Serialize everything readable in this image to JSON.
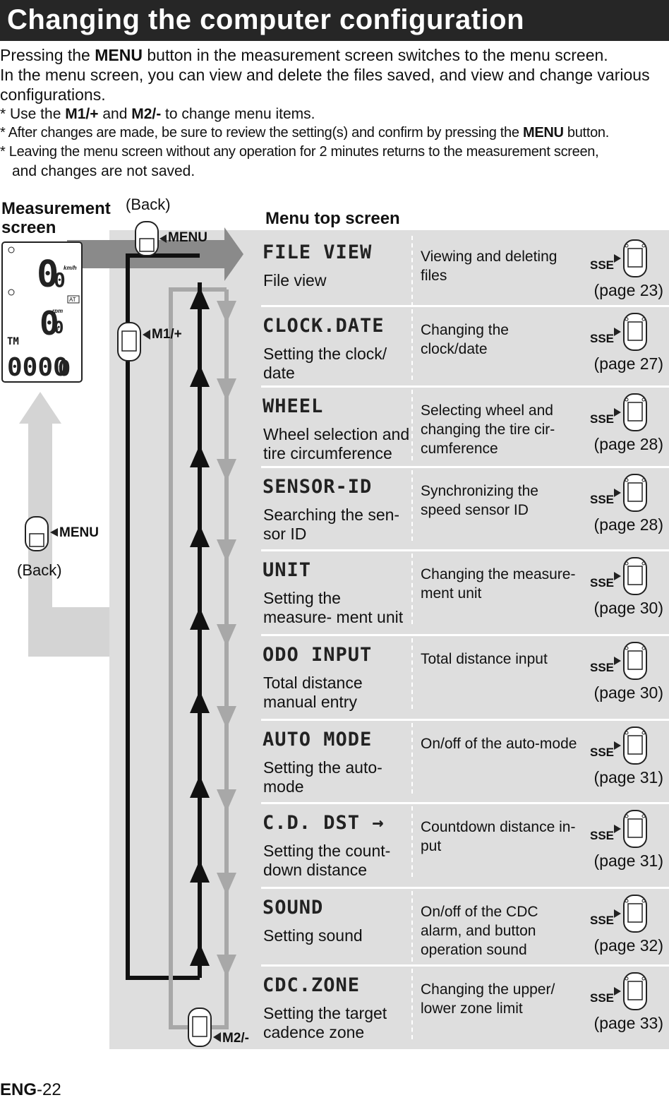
{
  "header": {
    "title": "Changing the computer configuration"
  },
  "intro": {
    "line1_pre": "Pressing the ",
    "line1_bold": "MENU",
    "line1_post": " button in the measurement screen switches to the menu screen.",
    "line2": "In the menu screen, you can view and delete the files saved, and view and change various configurations.",
    "note1_pre": "* Use the ",
    "note1_b1": "M1/+",
    "note1_mid": " and ",
    "note1_b2": "M2/-",
    "note1_post": " to change menu items.",
    "note2_pre": "* After changes are made, be sure to review the setting(s) and confirm by pressing the ",
    "note2_bold": "MENU",
    "note2_post": " button.",
    "note3": "* Leaving the menu screen without any operation for 2 minutes returns to the measurement screen,",
    "note3_cont": "and changes are not saved."
  },
  "diagram": {
    "measurement_label": "Measurement screen",
    "menu_top_label": "Menu top screen",
    "back_top": "(Back)",
    "back_left": "(Back)",
    "menu_btn_top": "MENU",
    "menu_btn_left": "MENU",
    "m1_btn": "M1/+",
    "m2_btn": "M2/-",
    "sse": "SSE",
    "lcd": {
      "unit1": "km/h",
      "unit2": "rpm",
      "at": "AT",
      "tm": "TM"
    }
  },
  "menu_items": [
    {
      "lcd": "FILE VIEW",
      "name": "File view",
      "desc": "Viewing and deleting files",
      "page": "(page 23)"
    },
    {
      "lcd": "CLOCK.DATE",
      "name": "Setting the clock/ date",
      "desc": "Changing the clock/date",
      "page": "(page 27)"
    },
    {
      "lcd": "WHEEL",
      "name": "Wheel selection and tire circumference",
      "desc": "Selecting wheel and changing the tire cir- cumference",
      "page": "(page 28)"
    },
    {
      "lcd": "SENSOR-ID",
      "name": "Searching the sen- sor ID",
      "desc": "Synchronizing the speed sensor ID",
      "page": "(page 28)"
    },
    {
      "lcd": "UNIT",
      "name": "Setting the measure- ment unit",
      "desc": "Changing the measure- ment unit",
      "page": "(page 30)"
    },
    {
      "lcd": "ODO INPUT",
      "name": "Total distance manual entry",
      "desc": "Total distance input",
      "page": "(page 30)"
    },
    {
      "lcd": "AUTO MODE",
      "name": "Setting the auto- mode",
      "desc": "On/off of the auto-mode",
      "page": "(page 31)"
    },
    {
      "lcd": "C.D. DST →",
      "name": "Setting the count- down distance",
      "desc": "Countdown distance in- put",
      "page": "(page 31)"
    },
    {
      "lcd": "SOUND",
      "name": "Setting sound",
      "desc": "On/off of the CDC alarm, and button operation sound",
      "page": "(page 32)"
    },
    {
      "lcd": "CDC.ZONE",
      "name": "Setting the target cadence zone",
      "desc": "Changing the upper/ lower zone limit",
      "page": "(page 33)"
    }
  ],
  "footer": {
    "lang": "ENG",
    "page": "-22"
  }
}
